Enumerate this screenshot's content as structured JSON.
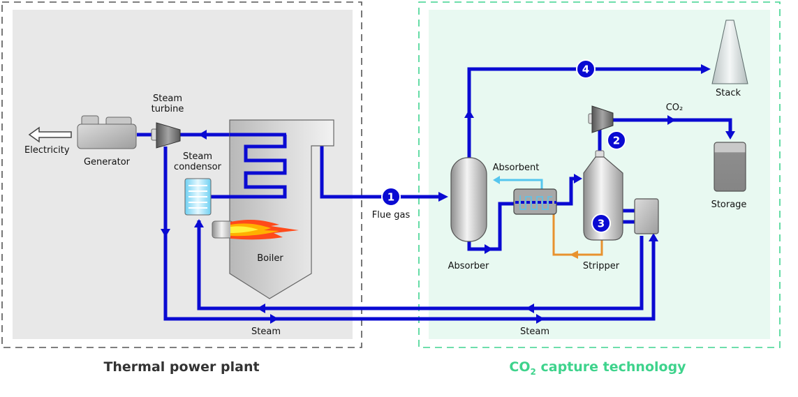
{
  "colors": {
    "pipe": "#0a0ad2",
    "absorbent_line": "#55c6ee",
    "return_line": "#e8922e",
    "plant_bg": "#e8e8e8",
    "capture_bg": "#e8f9f1",
    "plant_border": "#555555",
    "capture_border": "#3fd48f",
    "capture_caption": "#3ed38c",
    "plant_caption": "#333333"
  },
  "sections": {
    "plant": {
      "caption": "Thermal power plant"
    },
    "capture": {
      "caption_prefix": "CO",
      "caption_sub": "2",
      "caption_suffix": " capture technology"
    }
  },
  "components": {
    "electricity": "Electricity",
    "generator": "Generator",
    "steam_turbine_line1": "Steam",
    "steam_turbine_line2": "turbine",
    "condenser_line1": "Steam",
    "condenser_line2": "condensor",
    "boiler": "Boiler",
    "flue_gas": "Flue gas",
    "absorber": "Absorber",
    "absorbent": "Absorbent",
    "stripper": "Stripper",
    "stack": "Stack",
    "co2": "CO₂",
    "storage": "Storage",
    "steam_left": "Steam",
    "steam_right": "Steam"
  },
  "badges": [
    "1",
    "2",
    "3",
    "4"
  ],
  "icons": {
    "electricity_arrow": "hollow-arrow-left",
    "flow_arrow": "triangle-arrow"
  }
}
